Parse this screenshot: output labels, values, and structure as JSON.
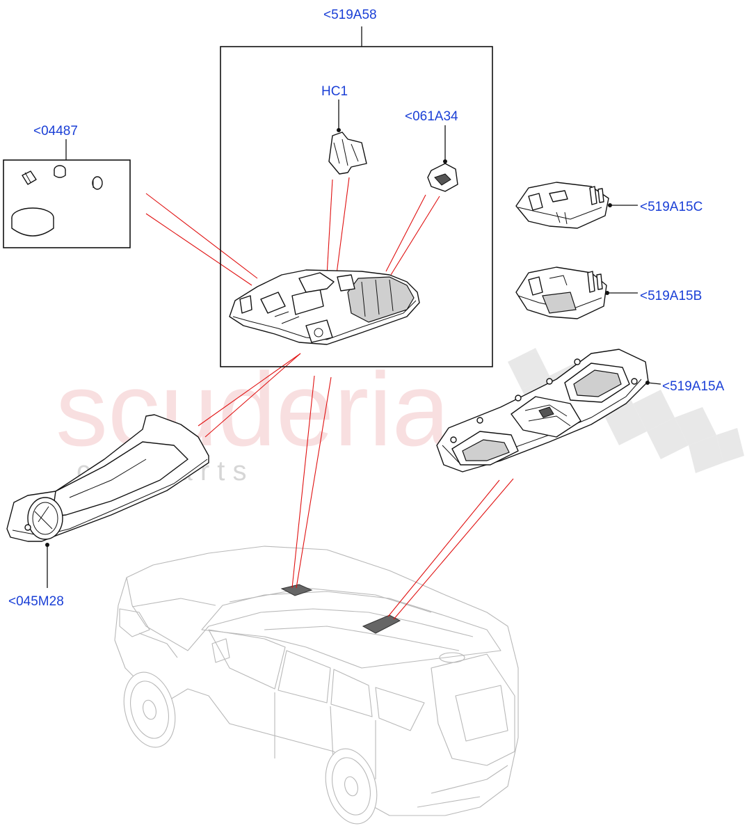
{
  "watermark": {
    "brand": "scuderia",
    "tagline": "c a r   p a r t s"
  },
  "callouts": {
    "assembly": "<519A58",
    "hc1": "HC1",
    "switch": "<061A34",
    "kit": "<04487",
    "cover_c": "<519A15C",
    "cover_b": "<519A15B",
    "console_a": "<519A15A",
    "sunglass": "<045M28"
  }
}
